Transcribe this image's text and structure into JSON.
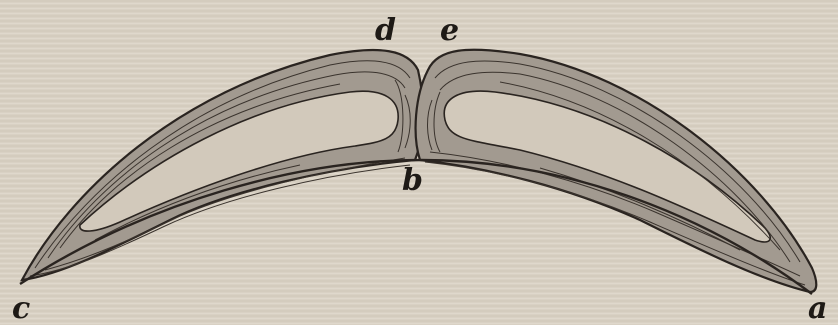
{
  "figure": {
    "labels": {
      "a": "a",
      "b": "b",
      "c": "c",
      "d": "d",
      "e": "e"
    },
    "colors": {
      "paper": "#d9d1c4",
      "ink": "#2a2420",
      "shade": "#a29a90"
    }
  }
}
